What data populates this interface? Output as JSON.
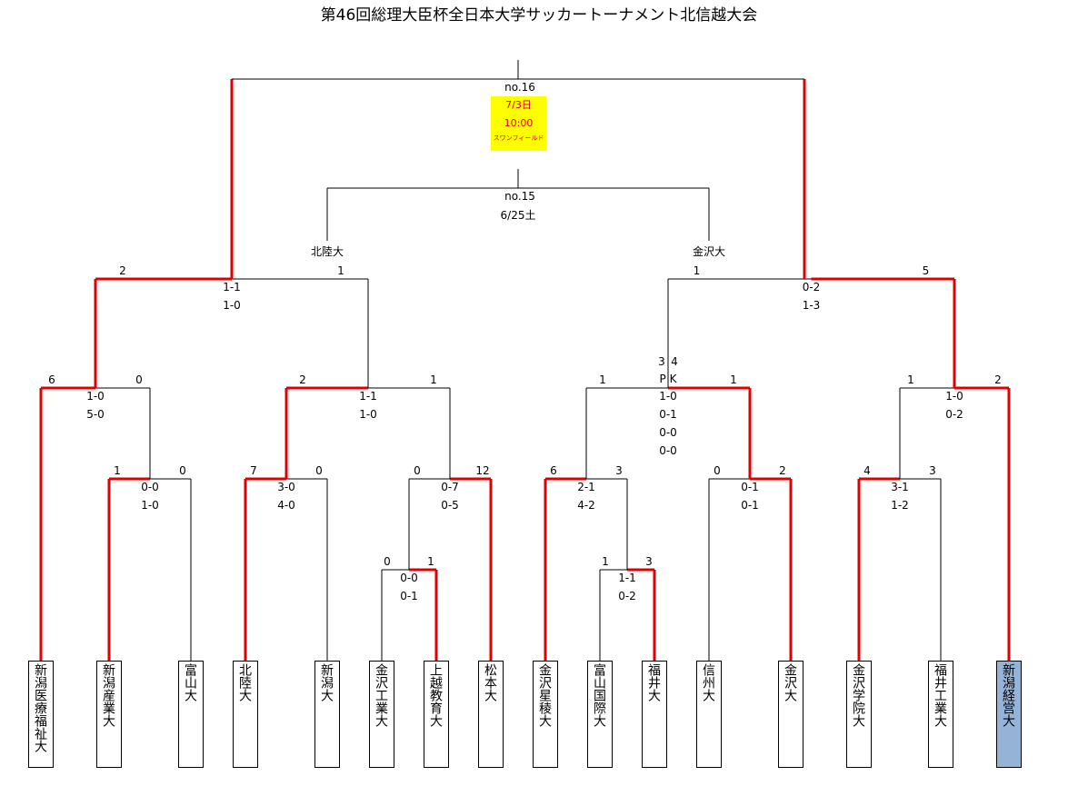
{
  "title": "第46回総理大臣杯全日本大学サッカートーナメント北信越大会",
  "final": {
    "no": "no.16",
    "date": "7/3日",
    "time": "10:00",
    "venue": "スワンフィールド"
  },
  "third_place": {
    "no": "no.15",
    "date": "6/25土",
    "left_team": "北陸大",
    "right_team": "金沢大"
  },
  "teams": [
    {
      "name": "新潟医療福祉大",
      "highlight": false
    },
    {
      "name": "新潟産業大",
      "highlight": false
    },
    {
      "name": "富山大",
      "highlight": false
    },
    {
      "name": "北陸大",
      "highlight": false
    },
    {
      "name": "新潟大",
      "highlight": false
    },
    {
      "name": "金沢工業大",
      "highlight": false
    },
    {
      "name": "上越教育大",
      "highlight": false
    },
    {
      "name": "松本大",
      "highlight": false
    },
    {
      "name": "金沢星稜大",
      "highlight": false
    },
    {
      "name": "富山国際大",
      "highlight": false
    },
    {
      "name": "福井大",
      "highlight": false
    },
    {
      "name": "信州大",
      "highlight": false
    },
    {
      "name": "金沢大",
      "highlight": false
    },
    {
      "name": "金沢学院大",
      "highlight": false
    },
    {
      "name": "福井工業大",
      "highlight": false
    },
    {
      "name": "新潟経営大",
      "highlight": true
    }
  ],
  "matches": [
    {
      "id": "r0a",
      "left": "0",
      "right": "1",
      "halves": [
        "0-0",
        "0-1"
      ]
    },
    {
      "id": "r0b",
      "left": "1",
      "right": "3",
      "halves": [
        "1-1",
        "0-2"
      ]
    },
    {
      "id": "r1a",
      "left": "1",
      "right": "0",
      "halves": [
        "0-0",
        "1-0"
      ]
    },
    {
      "id": "r1b",
      "left": "7",
      "right": "0",
      "halves": [
        "3-0",
        "4-0"
      ]
    },
    {
      "id": "r1c",
      "left": "0",
      "right": "12",
      "halves": [
        "0-7",
        "0-5"
      ]
    },
    {
      "id": "r1d",
      "left": "6",
      "right": "3",
      "halves": [
        "2-1",
        "4-2"
      ]
    },
    {
      "id": "r1e",
      "left": "0",
      "right": "2",
      "halves": [
        "0-1",
        "0-1"
      ]
    },
    {
      "id": "r1f",
      "left": "4",
      "right": "3",
      "halves": [
        "3-1",
        "1-2"
      ]
    },
    {
      "id": "r2a",
      "left": "6",
      "right": "0",
      "halves": [
        "1-0",
        "5-0"
      ]
    },
    {
      "id": "r2b",
      "left": "2",
      "right": "1",
      "halves": [
        "1-1",
        "1-0"
      ]
    },
    {
      "id": "r2c",
      "left": "1",
      "right": "1",
      "halves": [
        "1-0",
        "0-1",
        "0-0",
        "0-0"
      ],
      "pk": {
        "left": "3",
        "right": "4",
        "label": "P K"
      }
    },
    {
      "id": "r2d",
      "left": "1",
      "right": "2",
      "halves": [
        "1-0",
        "0-2"
      ]
    },
    {
      "id": "r3a",
      "left": "2",
      "right": "1",
      "halves": [
        "1-1",
        "1-0"
      ]
    },
    {
      "id": "r3b",
      "left": "1",
      "right": "5",
      "halves": [
        "0-2",
        "1-3"
      ]
    }
  ],
  "colors": {
    "win_line": "#e00000",
    "line": "#000000",
    "final_box": "#ffff00",
    "highlight_team": "#95b3d7"
  }
}
